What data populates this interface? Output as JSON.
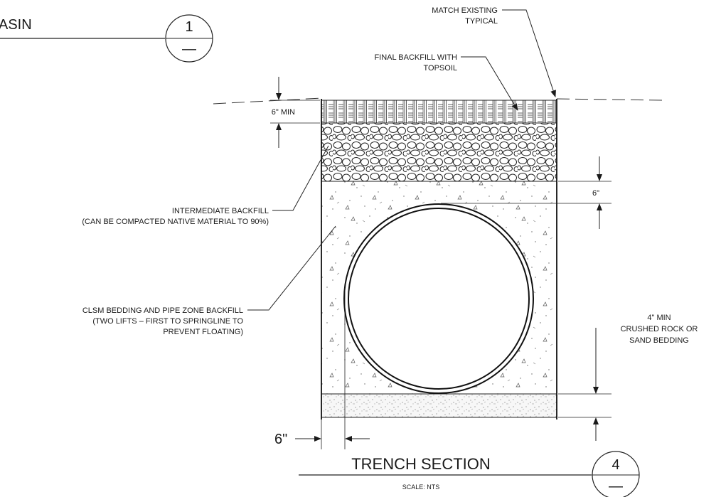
{
  "detail_top": {
    "title_fragment": "ASIN",
    "bubble_number": "1",
    "bubble_sheet": "—"
  },
  "labels": {
    "match_existing_1": "MATCH EXISTING",
    "match_existing_2": "TYPICAL",
    "final_backfill_1": "FINAL BACKFILL WITH",
    "final_backfill_2": "TOPSOIL",
    "six_min": "6\" MIN",
    "intermediate_1": "INTERMEDIATE BACKFILL",
    "intermediate_2": "(CAN BE COMPACTED NATIVE MATERIAL TO 90%)",
    "clsm_1": "CLSM BEDDING AND PIPE ZONE BACKFILL",
    "clsm_2": "(TWO LIFTS – FIRST TO SPRINGLINE TO",
    "clsm_3": "PREVENT FLOATING)",
    "six_right": "6\"",
    "bedding_1": "4\" MIN",
    "bedding_2": "CRUSHED ROCK OR",
    "bedding_3": "SAND BEDDING",
    "six_bottom": "6\""
  },
  "detail_bottom": {
    "title": "TRENCH SECTION",
    "scale": "SCALE: NTS",
    "bubble_number": "4",
    "bubble_sheet": "—"
  }
}
